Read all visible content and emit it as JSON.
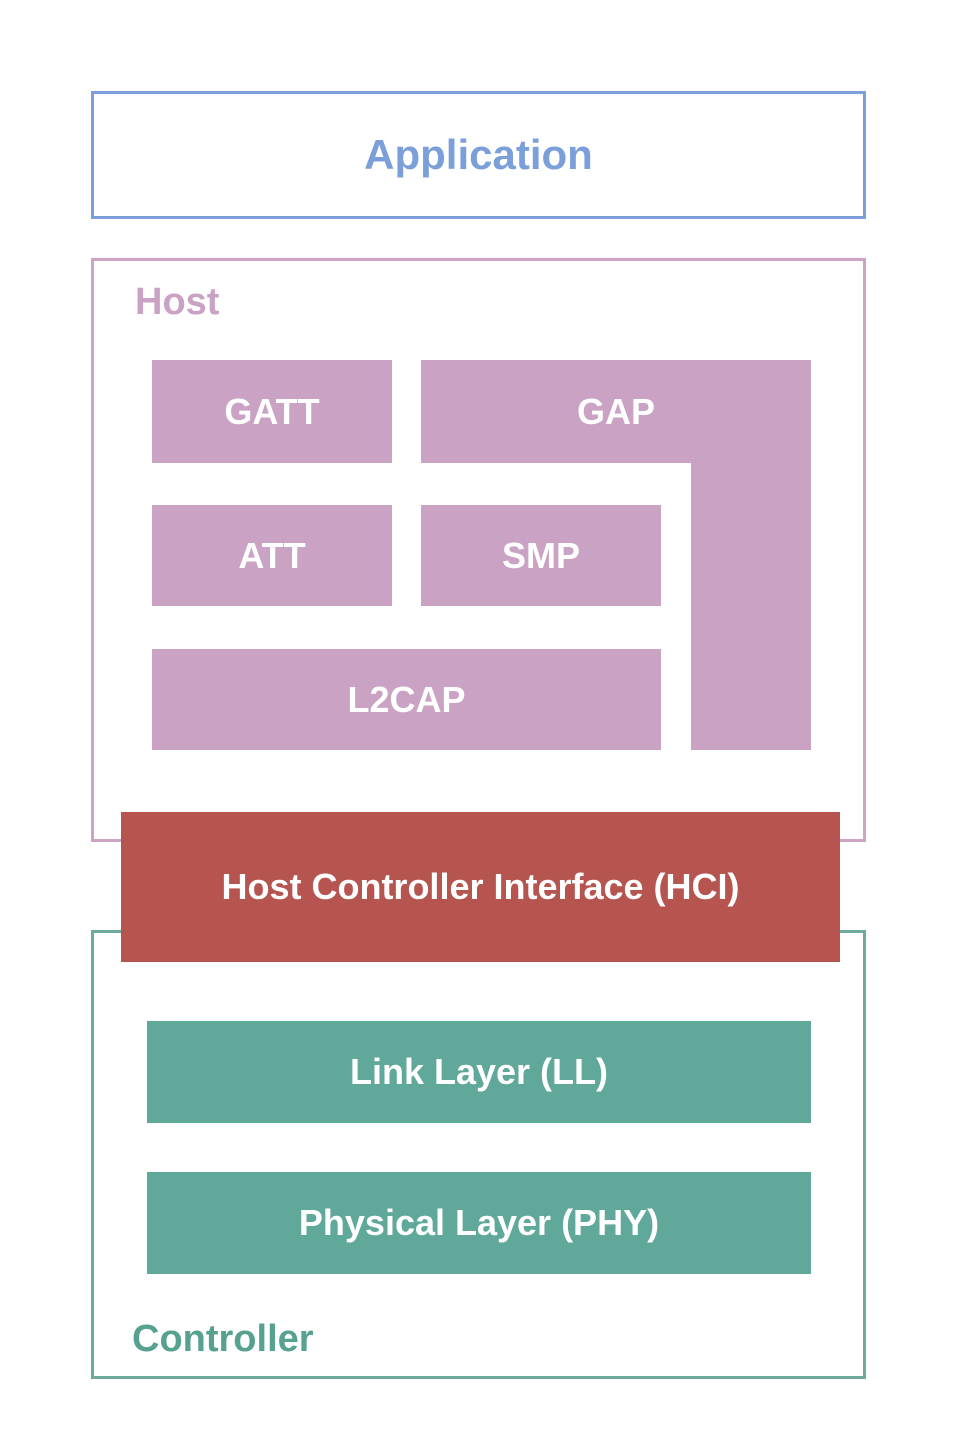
{
  "diagram": {
    "application": {
      "label": "Application"
    },
    "host": {
      "label": "Host",
      "blocks": {
        "gatt": "GATT",
        "gap": "GAP",
        "att": "ATT",
        "smp": "SMP",
        "l2cap": "L2CAP"
      }
    },
    "hci": {
      "label": "Host Controller Interface (HCI)"
    },
    "controller": {
      "label": "Controller",
      "blocks": {
        "link_layer": "Link Layer (LL)",
        "physical_layer": "Physical Layer (PHY)"
      }
    }
  },
  "colors": {
    "application_accent": "#7b9fd8",
    "host_fill": "#c9a2c4",
    "host_border": "#cba4c6",
    "hci_fill": "#b65450",
    "controller_fill": "#60a89a",
    "controller_border": "#6cab9e",
    "controller_label": "#57a191",
    "block_text": "#ffffff",
    "background": "#ffffff"
  }
}
